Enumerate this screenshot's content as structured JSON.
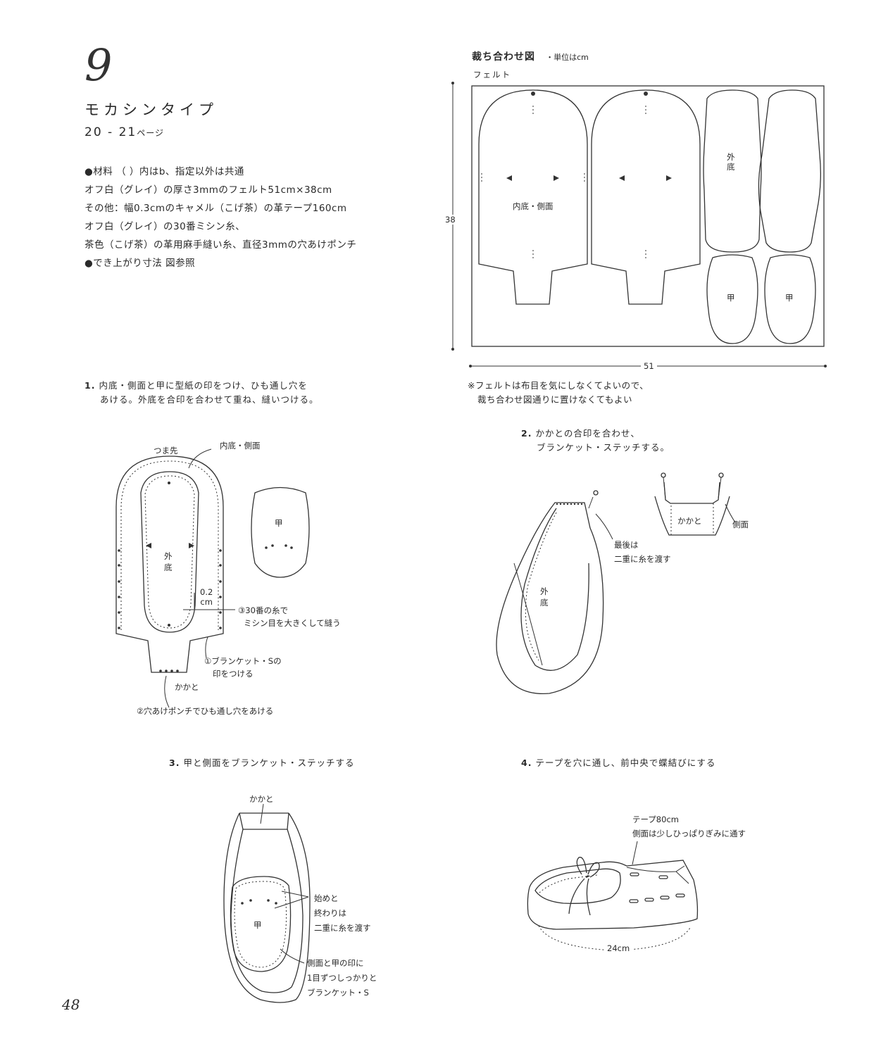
{
  "pattern": {
    "number": "9",
    "title": "モカシンタイプ",
    "pages_ref": "20 - 21",
    "pages_suffix": "ページ"
  },
  "materials": {
    "line1": "●材料 （ ）内はb、指定以外は共通",
    "line2": "オフ白（グレイ）の厚さ3mmのフェルト51cm×38cm",
    "line3": "その他：幅0.3cmのキャメル（こげ茶）の革テープ160cm",
    "line4": "オフ白（グレイ）の30番ミシン糸、",
    "line5": "茶色（こげ茶）の革用麻手縫い糸、直径3mmの穴あけポンチ",
    "line6": "●でき上がり寸法 図参照"
  },
  "cutting": {
    "title": "裁ち合わせ図",
    "unit": "・単位はcm",
    "material": "フェルト",
    "height": "38",
    "width": "51",
    "piece_insole": "内底・側面",
    "piece_outsole_1": "外",
    "piece_outsole_2": "底",
    "piece_top_1": "甲",
    "piece_top_2": "甲",
    "note_line1": "※フェルトは布目を気にしなくてよいので、",
    "note_line2": "裁ち合わせ図通りに置けなくてもよい"
  },
  "step1": {
    "num": "1.",
    "text_line1": "内底・側面と甲に型紙の印をつけ、ひも通し穴を",
    "text_line2": "あける。外底を合印を合わせて重ね、縫いつける。",
    "label_toe": "つま先",
    "label_insole": "内底・側面",
    "label_outsole_1": "外",
    "label_outsole_2": "底",
    "label_top": "甲",
    "label_margin_1": "0.2",
    "label_margin_2": "cm",
    "note3_line1": "③30番の糸で",
    "note3_line2": "ミシン目を大きくして縫う",
    "note1_line1": "①ブランケット・Sの",
    "note1_line2": "印をつける",
    "label_heel": "かかと",
    "note2": "②穴あけポンチでひも通し穴をあける"
  },
  "step2": {
    "num": "2.",
    "text_line1": "かかとの合印を合わせ、",
    "text_line2": "ブランケット・ステッチする。",
    "label_heel": "かかと",
    "label_side": "側面",
    "note_line1": "最後は",
    "note_line2": "二重に糸を渡す",
    "label_outsole_1": "外",
    "label_outsole_2": "底"
  },
  "step3": {
    "num": "3.",
    "text": "甲と側面をブランケット・ステッチする",
    "label_heel": "かかと",
    "label_top": "甲",
    "note_a_line1": "始めと",
    "note_a_line2": "終わりは",
    "note_a_line3": "二重に糸を渡す",
    "note_b_line1": "側面と甲の印に",
    "note_b_line2": "1目ずつしっかりと",
    "note_b_line3": "ブランケット・S"
  },
  "step4": {
    "num": "4.",
    "text": "テープを穴に通し、前中央で蝶結びにする",
    "note_line1": "テープ80cm",
    "note_line2": "側面は少しひっぱりぎみに通す",
    "length": "24cm"
  },
  "page_number": "48"
}
